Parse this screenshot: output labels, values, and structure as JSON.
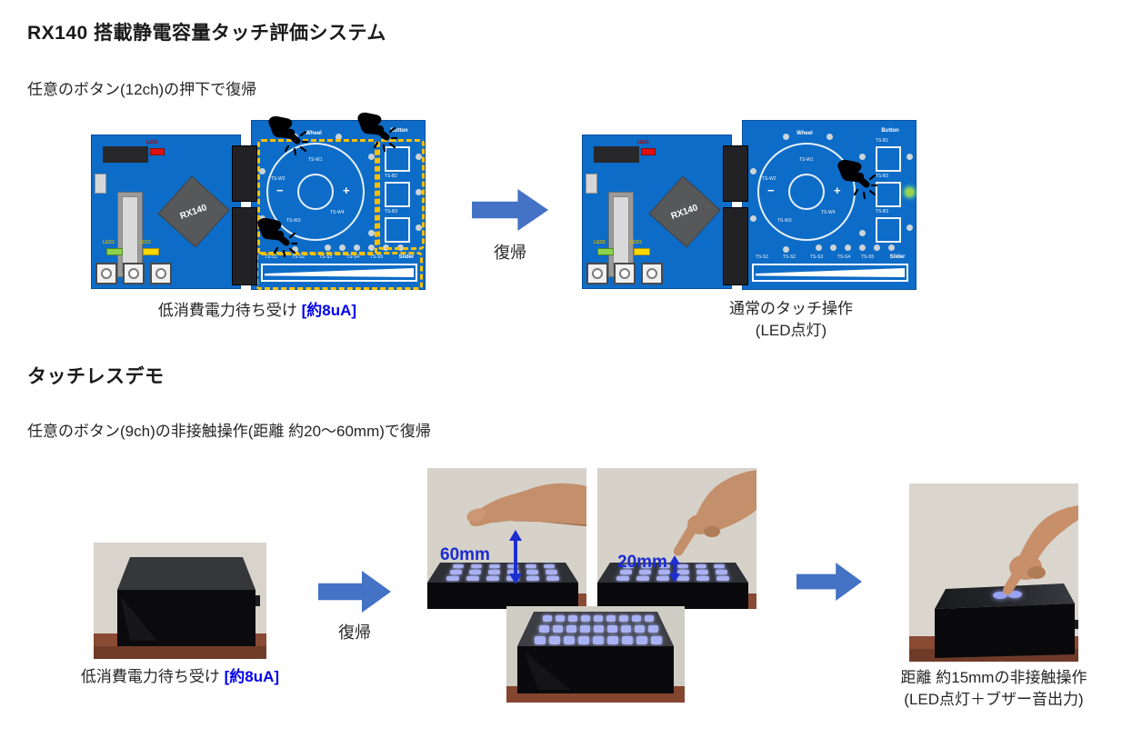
{
  "document": {
    "section_touch": {
      "title": "RX140 搭載静電容量タッチ評価システム",
      "description": "任意のボタン(12ch)の押下で復帰",
      "arrow_label": "復帰",
      "standby_caption": "低消費電力待ち受け ",
      "standby_caption_highlight": "[約8uA]",
      "active_caption_line1": "通常のタッチ操作",
      "active_caption_line2": "(LED点灯)"
    },
    "section_touchless": {
      "title": "タッチレスデモ",
      "description": "任意のボタン(9ch)の非接触操作(距離 約20～60mm)で復帰",
      "arrow_label": "復帰",
      "standby_caption": "低消費電力待ち受け ",
      "standby_caption_highlight": "[約8uA]",
      "distance_far_label": "60mm",
      "distance_near_label": "20mm",
      "result_caption_line1": "距離 約15mmの非接触操作",
      "result_caption_line2": "(LED点灯＋ブザー音出力)"
    }
  },
  "board": {
    "mcu_label": "RX140",
    "led1_label": "LED1",
    "led2_label": "LED2",
    "led3_label": "LED3",
    "wheel_label": "Wheel",
    "button_label": "Button",
    "slider_label": "Slider",
    "minus_label": "−",
    "plus_label": "+",
    "wheel_channels": [
      "TS-W1",
      "TS-W2",
      "TS-W3",
      "TS-W4"
    ],
    "button_channels": [
      "TS-B1",
      "TS-B2",
      "TS-B3"
    ],
    "slider_channels": [
      "TS-S1",
      "TS-S2",
      "TS-S3",
      "TS-S4",
      "TS-S5"
    ]
  },
  "colors": {
    "board_blue": "#0d6cc7",
    "highlight_zone_yellow": "#ffc000",
    "arrow_blue": "#4472c4",
    "caption_highlight_blue": "#0000ee",
    "distance_label_blue": "#1b2cd3",
    "led_red": "#e01010",
    "led_green": "#8ed14f",
    "led_yellow": "#ffd800",
    "active_led_green": "#97d34f"
  }
}
